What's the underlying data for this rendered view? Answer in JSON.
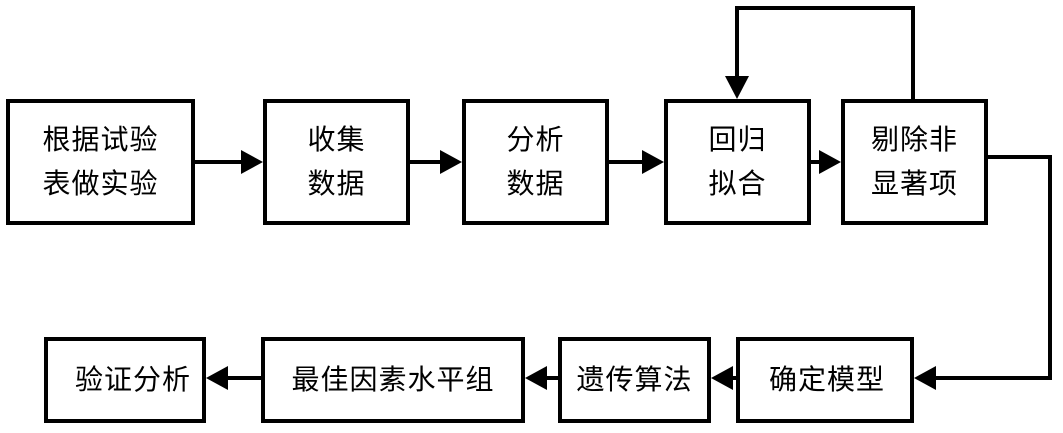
{
  "nodes": [
    {
      "id": "b1",
      "lines": [
        "根据试验",
        "表做实验"
      ]
    },
    {
      "id": "b2",
      "lines": [
        "收集",
        "数据"
      ]
    },
    {
      "id": "b3",
      "lines": [
        "分析",
        "数据"
      ]
    },
    {
      "id": "b4",
      "lines": [
        "回归",
        "拟合"
      ]
    },
    {
      "id": "b5",
      "lines": [
        "剔除非",
        "显著项"
      ]
    },
    {
      "id": "b6",
      "lines": [
        "确定模型"
      ]
    },
    {
      "id": "b7",
      "lines": [
        "遗传算法"
      ]
    },
    {
      "id": "b8",
      "lines": [
        "最佳因素水平组"
      ]
    },
    {
      "id": "b9",
      "lines": [
        "验证分析"
      ]
    }
  ],
  "edges": [
    {
      "from": "b1",
      "to": "b2"
    },
    {
      "from": "b2",
      "to": "b3"
    },
    {
      "from": "b3",
      "to": "b4"
    },
    {
      "from": "b4",
      "to": "b5"
    },
    {
      "from": "b5",
      "to": "b4",
      "kind": "loop-back"
    },
    {
      "from": "b5",
      "to": "b6"
    },
    {
      "from": "b6",
      "to": "b7"
    },
    {
      "from": "b7",
      "to": "b8"
    },
    {
      "from": "b8",
      "to": "b9"
    }
  ],
  "colors": {
    "line": "#000000",
    "box_fill": "#ffffff"
  }
}
